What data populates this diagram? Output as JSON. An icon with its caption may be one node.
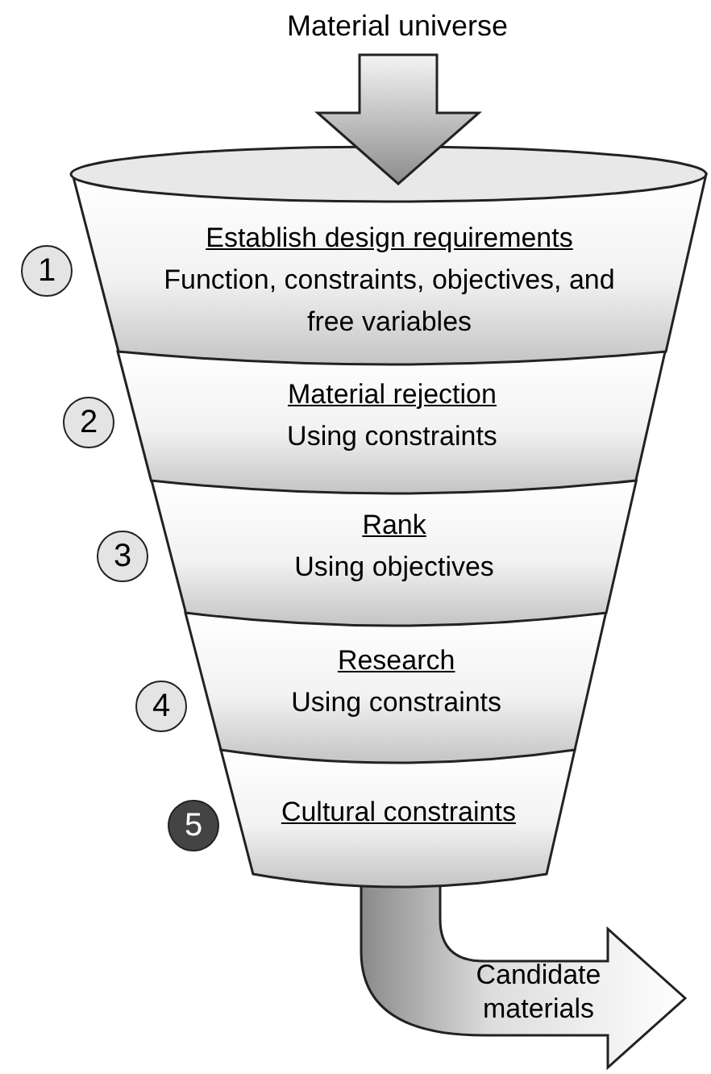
{
  "diagram": {
    "nodes": [
      {
        "text": [
          "Material universe"
        ]
      },
      {
        "text": [],
        "shape": "ellipse"
      },
      {
        "text": [
          "Establish design requirements",
          "Function, constraints, objectives, and free variables"
        ]
      },
      {
        "text": [
          "Material rejection",
          "Using constraints"
        ]
      },
      {
        "text": [
          "Rank",
          "Using objectives"
        ]
      },
      {
        "text": [
          "Research",
          "Using constraints"
        ]
      },
      {
        "text": [
          "Cultural constraints"
        ]
      },
      {
        "text": [
          "1"
        ]
      },
      {
        "text": [
          "2"
        ]
      },
      {
        "text": [
          "3"
        ]
      },
      {
        "text": [
          "4"
        ]
      },
      {
        "text": [
          "5"
        ]
      }
    ],
    "edges": [
      {
        "from": 0,
        "to": 2,
        "arrow": "to"
      },
      {
        "from": 6,
        "to": null,
        "arrow": "to",
        "label": "Candidate materials"
      }
    ]
  }
}
